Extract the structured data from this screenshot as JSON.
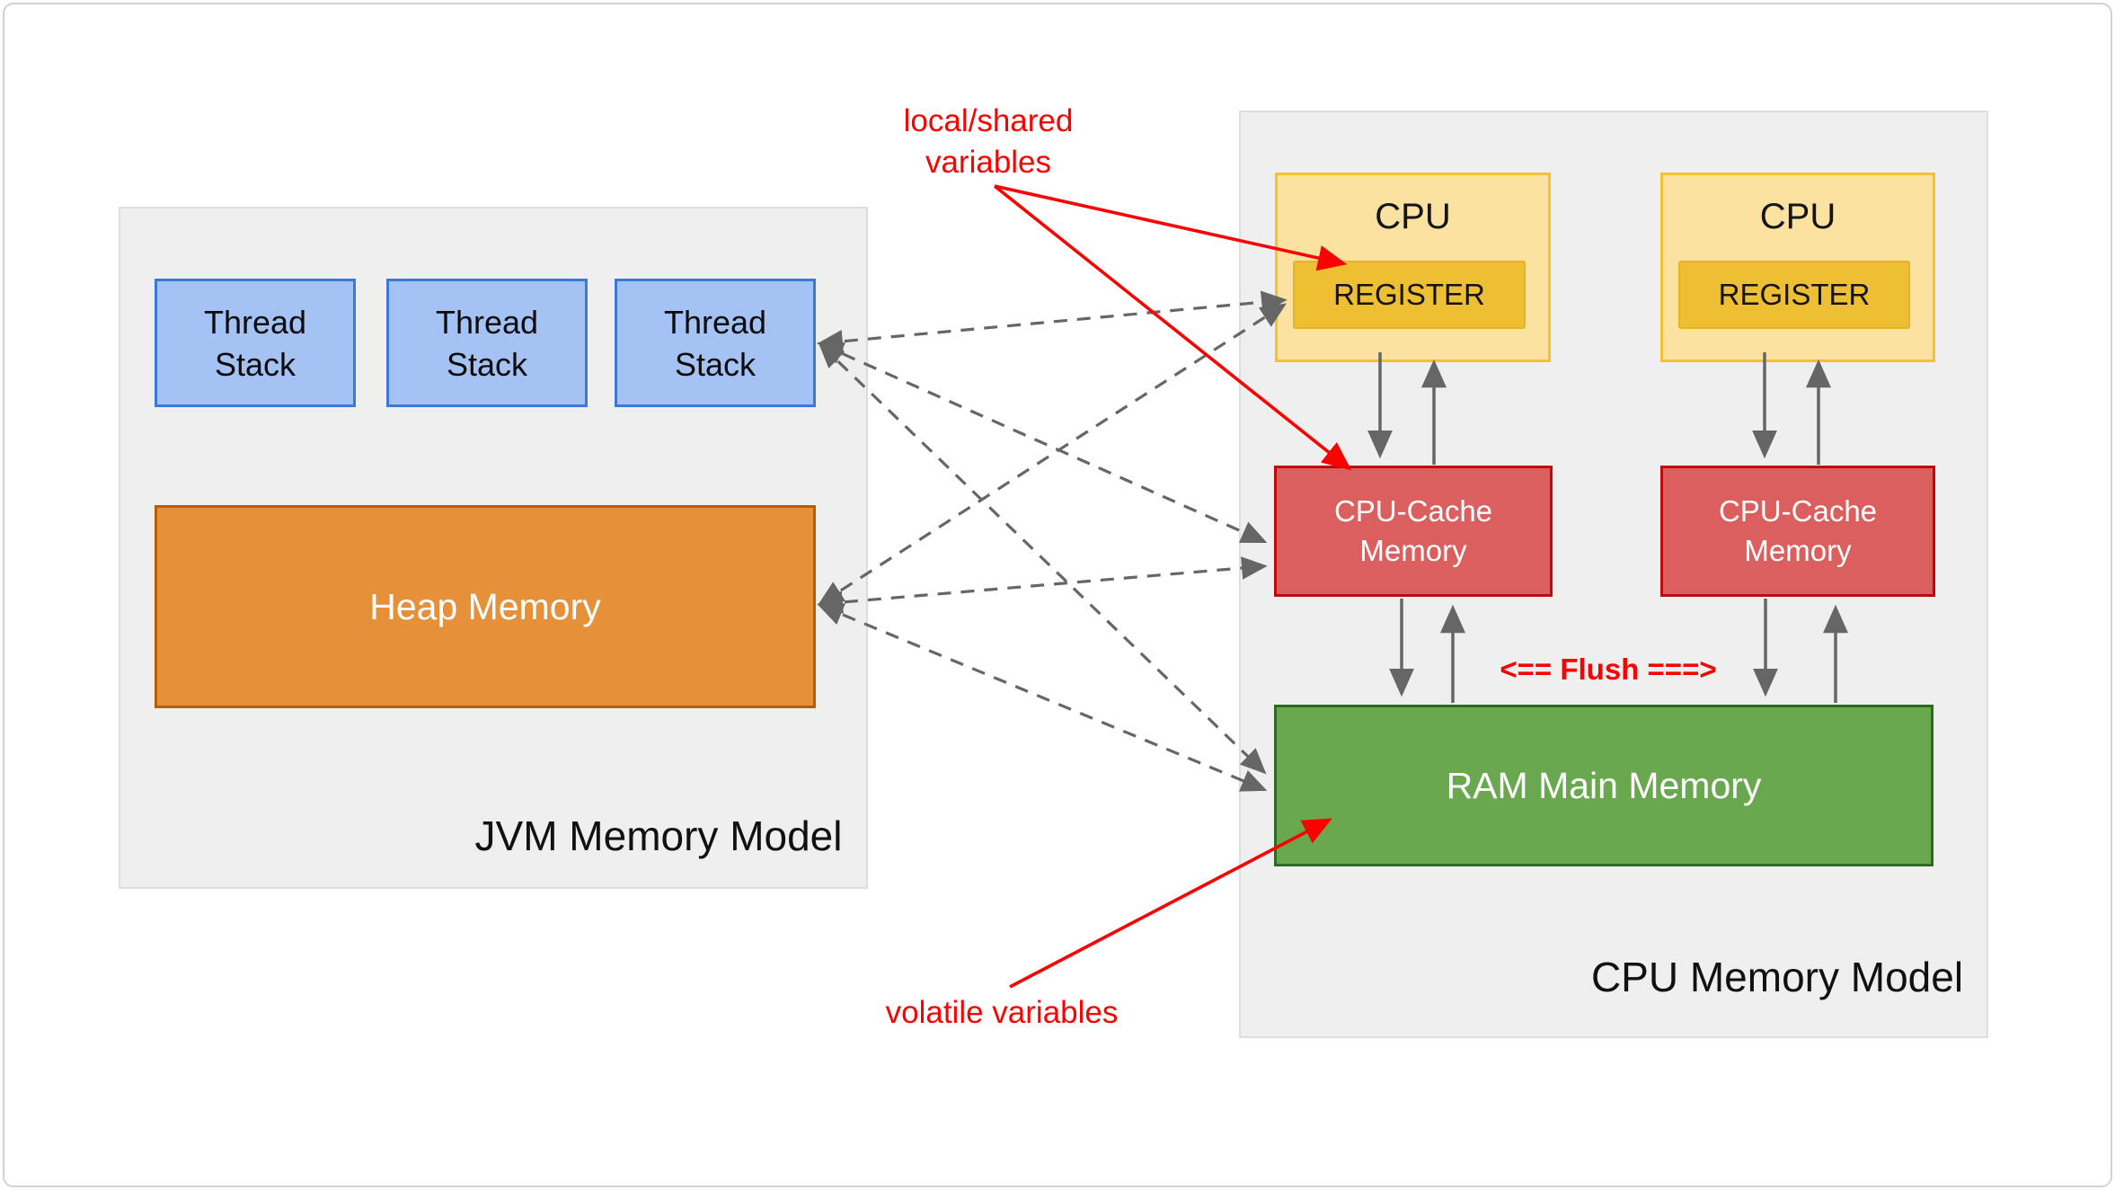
{
  "jvm": {
    "label": "JVM Memory Model",
    "thread_stacks": [
      "Thread Stack",
      "Thread Stack",
      "Thread Stack"
    ],
    "heap_label": "Heap Memory"
  },
  "cpu": {
    "label": "CPU Memory Model",
    "cpu_units": [
      {
        "title": "CPU",
        "register": "REGISTER",
        "cache": "CPU-Cache Memory"
      },
      {
        "title": "CPU",
        "register": "REGISTER",
        "cache": "CPU-Cache Memory"
      }
    ],
    "ram_label": "RAM Main Memory",
    "flush_label": "<== Flush ===>"
  },
  "annotations": {
    "local_shared": "local/shared variables",
    "volatile": "volatile variables"
  },
  "colors": {
    "panel_bg": "#efefef",
    "thread_fill": "#a4c2f4",
    "thread_border": "#3c78d8",
    "heap_fill": "#e6913a",
    "heap_border": "#b45f06",
    "cpu_fill": "#fbe2a0",
    "cpu_border": "#f1c232",
    "register_fill": "#eebe33",
    "cache_fill": "#dc5f5f",
    "cache_border": "#c00909",
    "ram_fill": "#6aa84f",
    "ram_border": "#2e6b1e",
    "annotation_red": "#fb0200",
    "arrow_gray": "#666666"
  }
}
